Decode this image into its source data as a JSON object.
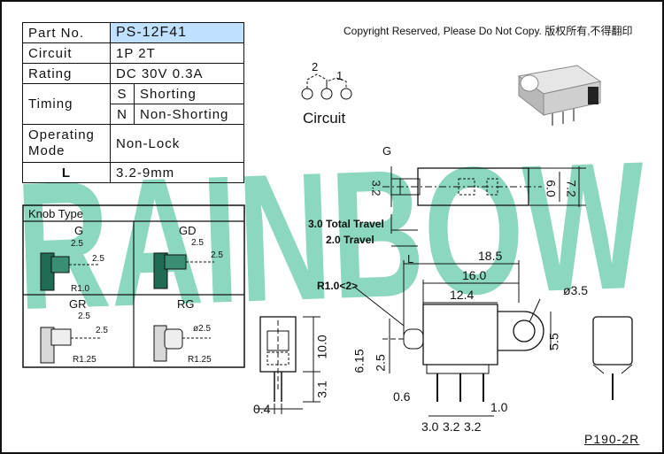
{
  "copyright": "Copyright Reserved, Please Do Not Copy. 版权所有,不得翻印",
  "watermark": "RAINBOW",
  "drawing_code": "P190-2R",
  "spec": {
    "part_no_label": "Part No.",
    "part_no_value": "PS-12F41",
    "circuit_label": "Circuit",
    "circuit_value": "1P 2T",
    "rating_label": "Rating",
    "rating_value": "DC 30V 0.3A",
    "timing_label": "Timing",
    "timing_s_code": "S",
    "timing_s_value": "Shorting",
    "timing_n_code": "N",
    "timing_n_value": "Non-Shorting",
    "operating_label_1": "Operating",
    "operating_label_2": "Mode",
    "operating_value": "Non-Lock",
    "l_label": "L",
    "l_value": "3.2-9mm",
    "header_color": "#bfe0ff"
  },
  "knob": {
    "title": "Knob Type",
    "types": [
      "G",
      "GD",
      "GR",
      "RG"
    ],
    "dims": {
      "g_a": "2.5",
      "g_b": "2.5",
      "g_r": "R1.0",
      "gd_a": "2.5",
      "gd_b": "2.5",
      "gr_a": "2.5",
      "gr_b": "2.5",
      "gr_r": "R1.25",
      "rg_d": "ø2.5",
      "rg_r": "R1.25"
    }
  },
  "circuit_diagram": {
    "pin_2": "2",
    "pin_1": "1",
    "caption": "Circuit"
  },
  "dims": {
    "g_label": "G",
    "d32_top": "3.2",
    "d60": "6.0",
    "d72": "7.2",
    "total_travel": "3.0 Total Travel",
    "travel": "2.0 Travel",
    "l_mark": "L",
    "d185": "18.5",
    "d160": "16.0",
    "d124": "12.4",
    "d35": "ø3.5",
    "r10": "R1.0<2>",
    "d55": "5.5",
    "d615": "6.15",
    "d25": "2.5",
    "d100": "10.0",
    "d31": "3.1",
    "d04": "0.4",
    "d06": "0.6",
    "d10": "1.0",
    "d30": "3.0",
    "d32a": "3.2",
    "d32b": "3.2"
  },
  "colors": {
    "watermark": "#7fd3b8",
    "knob_dark": "#1f6b55",
    "outline": "#111111"
  }
}
